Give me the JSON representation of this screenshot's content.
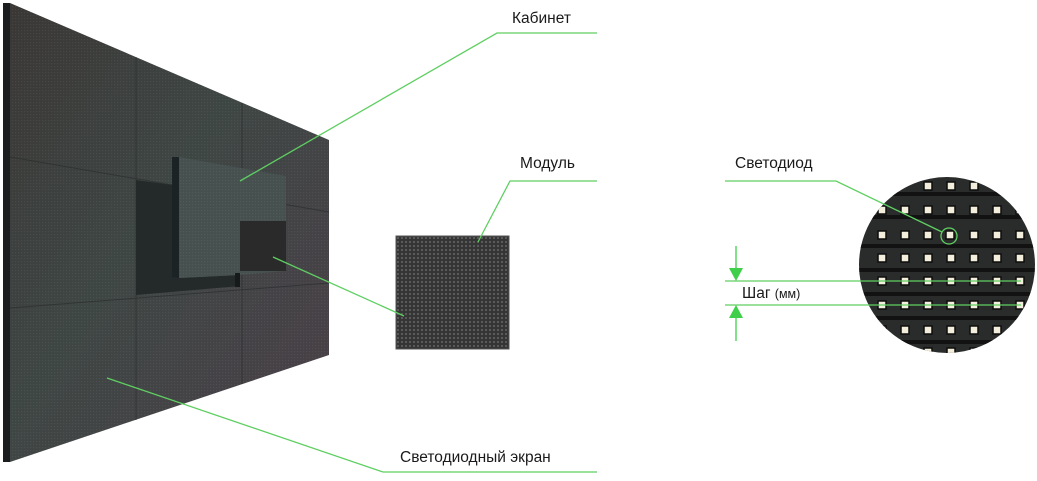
{
  "labels": {
    "cabinet": "Кабинет",
    "module": "Модуль",
    "screen": "Светодиодный экран",
    "led": "Светодиод",
    "pitch": "Шаг",
    "pitch_unit": "(мм)"
  },
  "colors": {
    "callout_line": "#5fcf62",
    "arrow": "#3fcf4a",
    "text": "#1a1a1a",
    "panel_dark": "#2f3131",
    "led": "#f3eedc"
  },
  "diagram": {
    "components": [
      "LED screen (wall)",
      "Cabinet",
      "Module",
      "LED",
      "Pitch (mm)"
    ],
    "hierarchy": "Светодиодный экран > Кабинет > Модуль > Светодиод"
  }
}
